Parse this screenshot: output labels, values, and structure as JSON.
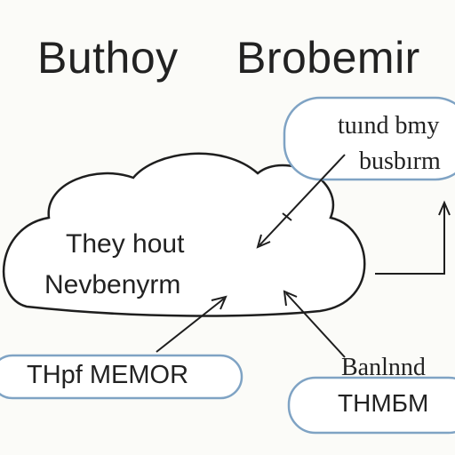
{
  "title": {
    "left": "Buthoy",
    "right": "Brobemir"
  },
  "cloud": {
    "line1": "They hout",
    "line2": "Nevbenyrm"
  },
  "top_right_box": {
    "line1": "tuınd bmy",
    "line2": "busbırm"
  },
  "bottom_left_box": {
    "label": "THpf MEMOR"
  },
  "bottom_right_box": {
    "line1": "Banlnnd",
    "line2": "THMБM"
  },
  "colors": {
    "box_outline": "#7fa3c4",
    "ink": "#222222",
    "background": "#fbfbf8"
  }
}
